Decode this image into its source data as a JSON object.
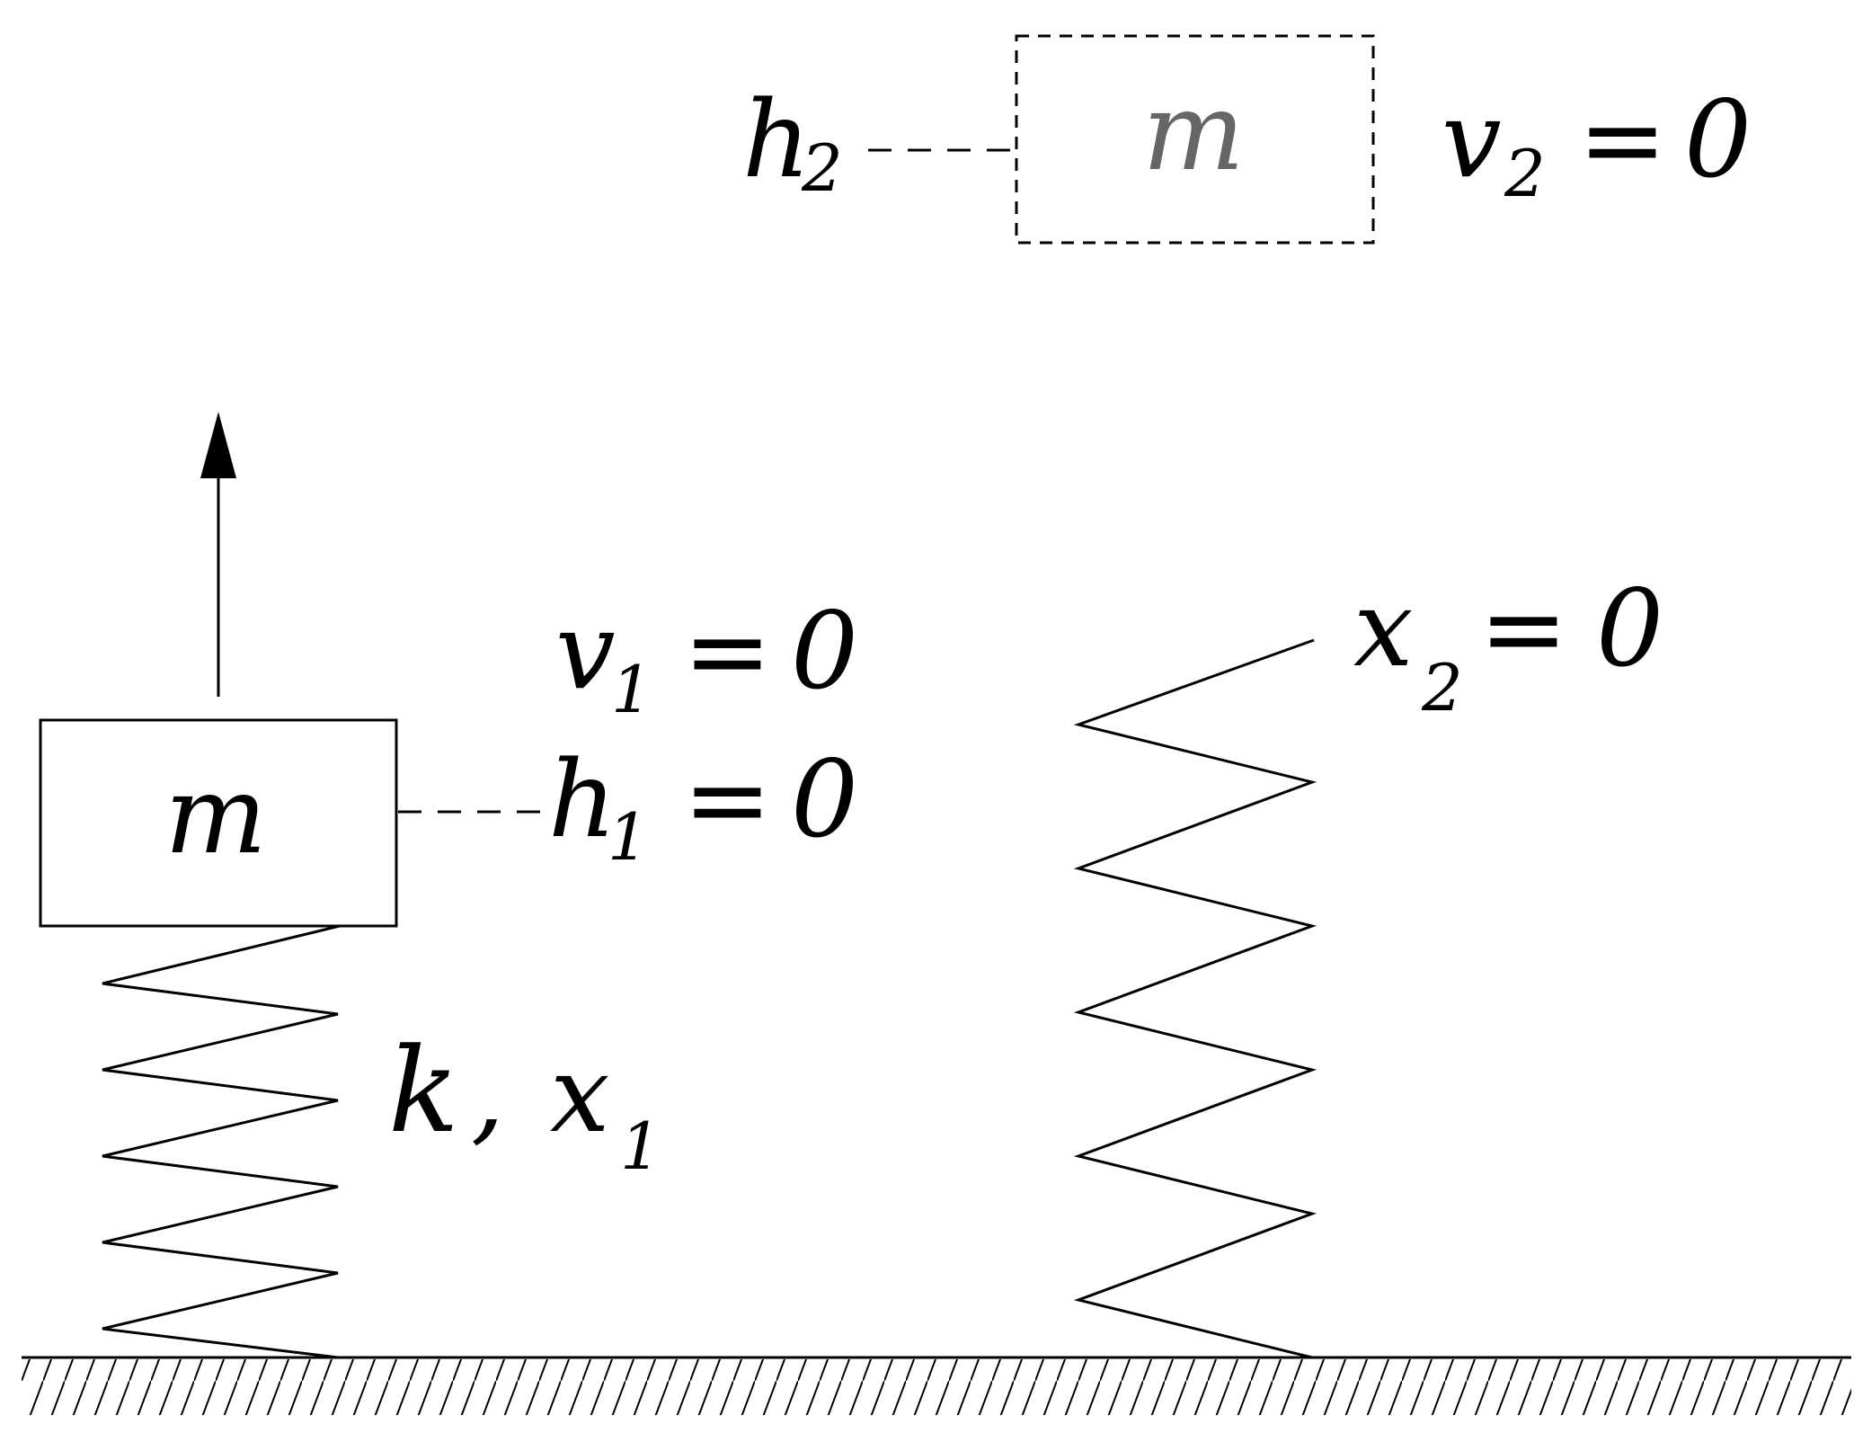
{
  "diagram": {
    "initial_state": {
      "mass_label": "m",
      "velocity": {
        "symbol": "v",
        "subscript": "1",
        "equals": "=",
        "value": "0"
      },
      "height": {
        "symbol": "h",
        "subscript": "1",
        "equals": "=",
        "value": "0"
      },
      "spring": {
        "constant": "k",
        "separator": ",",
        "compression_symbol": "x",
        "compression_subscript": "1"
      }
    },
    "final_state": {
      "mass_label": "m",
      "height": {
        "symbol": "h",
        "subscript": "2"
      },
      "velocity": {
        "symbol": "v",
        "subscript": "2",
        "equals": "=",
        "value": "0"
      },
      "spring": {
        "symbol": "x",
        "subscript": "2",
        "equals": "=",
        "value": "0"
      }
    }
  },
  "colors": {
    "ink": "#000000",
    "ghost_mass_text": "#666666",
    "background": "#ffffff"
  }
}
